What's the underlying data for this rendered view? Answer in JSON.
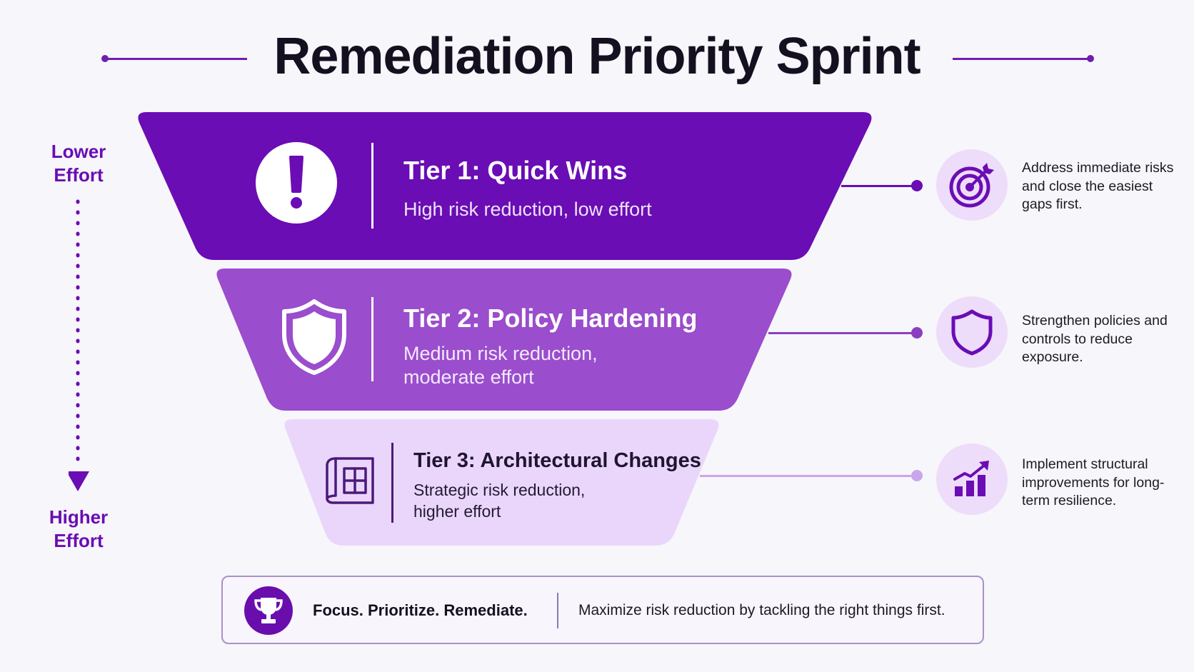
{
  "title": "Remediation Priority Sprint",
  "colors": {
    "tier1": "#6a0db4",
    "tier2": "#9a4dcc",
    "tier3": "#ead6fb",
    "accent": "#6f1fae",
    "circle": "#eedcfb"
  },
  "effort_axis": {
    "top_label_line1": "Lower",
    "top_label_line2": "Effort",
    "bottom_label_line1": "Higher",
    "bottom_label_line2": "Effort"
  },
  "tiers": [
    {
      "title": "Tier 1: Quick Wins",
      "subtitle_line1": "High risk reduction, low effort",
      "subtitle_line2": "",
      "icon": "exclamation-icon",
      "side_icon": "target-icon",
      "description": "Address immediate risks and close the easiest gaps first."
    },
    {
      "title": "Tier 2: Policy Hardening",
      "subtitle_line1": "Medium risk reduction,",
      "subtitle_line2": "moderate effort",
      "icon": "shield-icon",
      "side_icon": "shield-icon",
      "description": "Strengthen policies and controls to reduce exposure."
    },
    {
      "title": "Tier 3: Architectural Changes",
      "subtitle_line1": "Strategic risk reduction,",
      "subtitle_line2": "higher effort",
      "icon": "blueprint-icon",
      "side_icon": "growth-chart-icon",
      "description": "Implement structural improvements for long-term resilience."
    }
  ],
  "footer": {
    "bold": "Focus. Prioritize. Remediate.",
    "text": "Maximize risk reduction by tackling the right things first."
  }
}
